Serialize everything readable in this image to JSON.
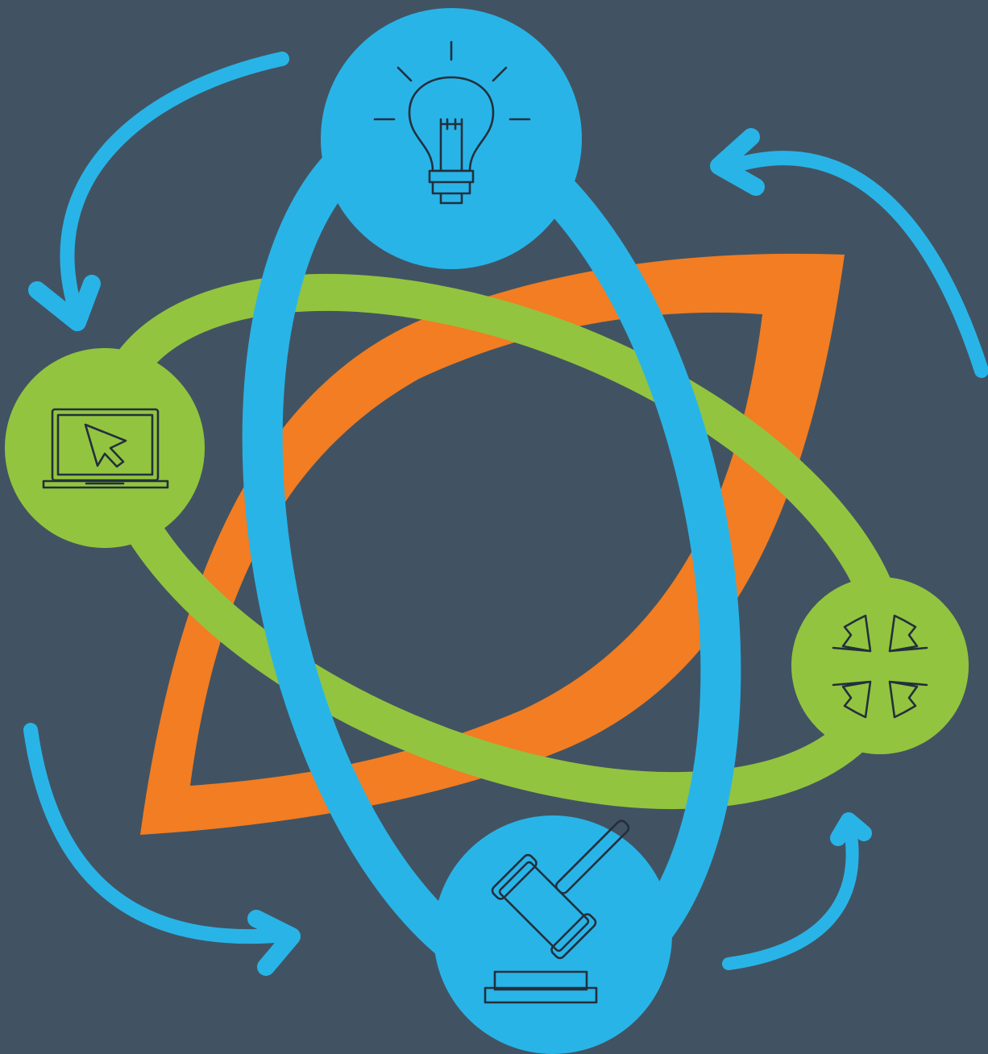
{
  "diagram": {
    "colors": {
      "background": "#415362",
      "blue": "#29b4e8",
      "green": "#93c43f",
      "orange": "#f27d22",
      "icon_stroke": "#22303c"
    },
    "nodes": [
      {
        "id": "idea",
        "icon": "lightbulb-icon",
        "color": "blue"
      },
      {
        "id": "interact",
        "icon": "laptop-cursor-icon",
        "color": "green"
      },
      {
        "id": "converge",
        "icon": "four-arrows-inward-icon",
        "color": "green"
      },
      {
        "id": "decide",
        "icon": "gavel-icon",
        "color": "blue"
      }
    ],
    "cycle_arrows": [
      "arrow-top-left",
      "arrow-top-right",
      "arrow-bottom-left",
      "arrow-bottom-right"
    ],
    "rings": [
      "blue-ring",
      "green-ring",
      "orange-leaf"
    ]
  }
}
